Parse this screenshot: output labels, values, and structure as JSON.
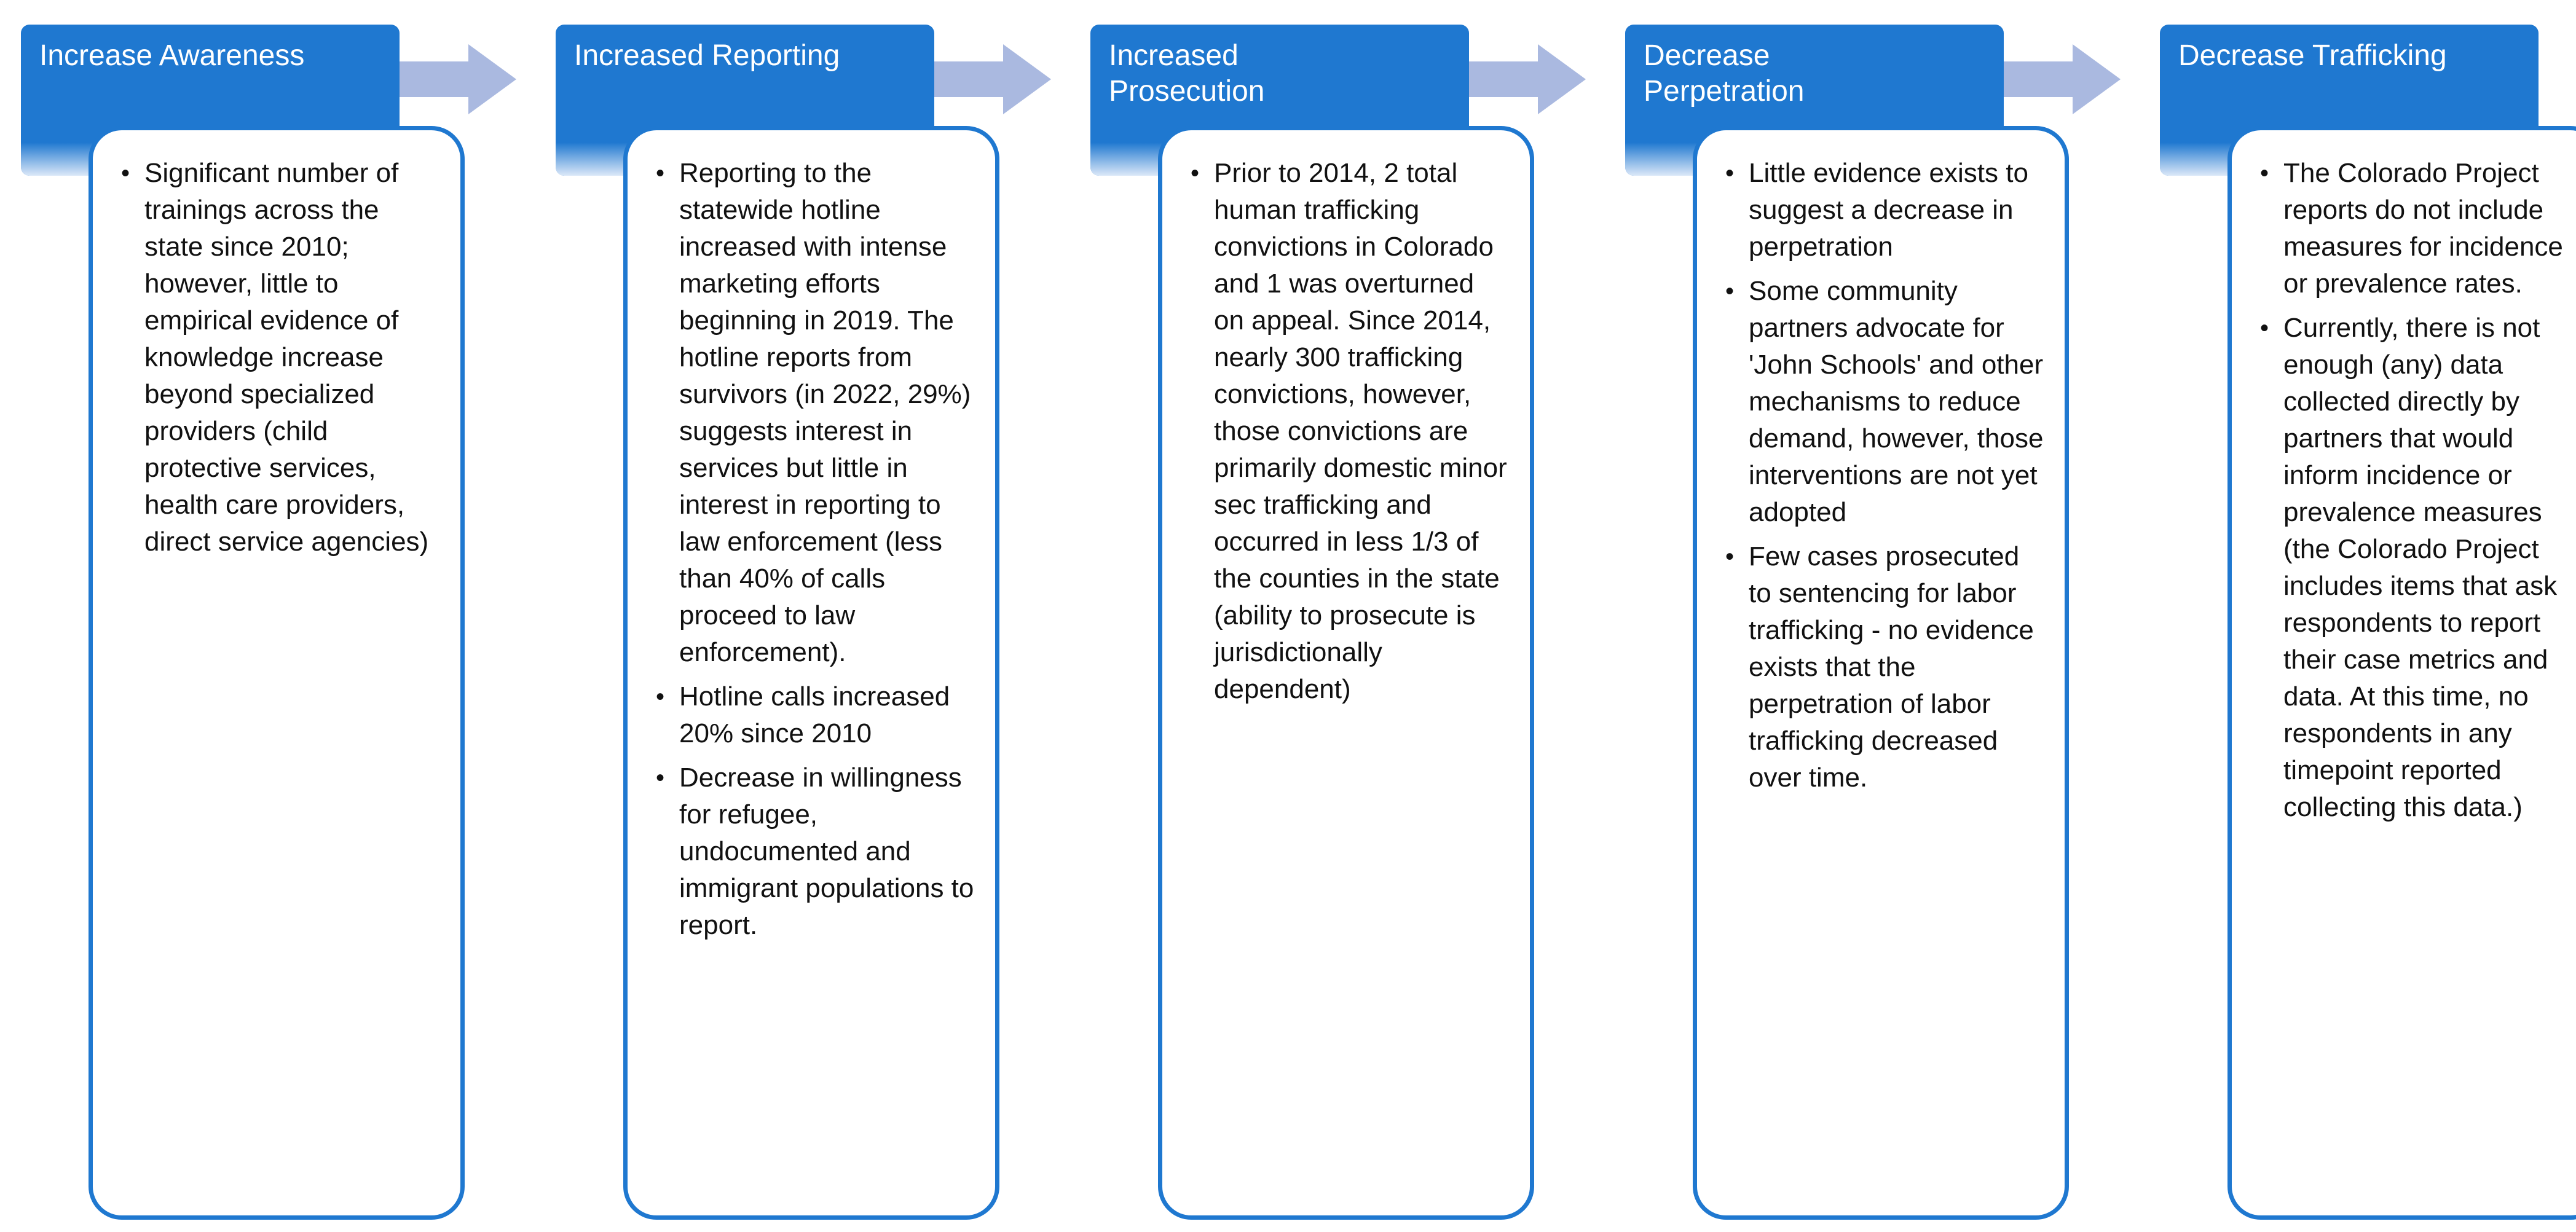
{
  "colors": {
    "header_fill": "#1f78d0",
    "card_border": "#1f78d0",
    "arrow_fill": "#aab9e0",
    "text": "#111111"
  },
  "stages": [
    {
      "title": "Increase Awareness",
      "bullets": [
        "Significant number of trainings across the state since 2010; however, little to empirical evidence of knowledge increase beyond specialized providers (child protective services, health care providers, direct service agencies)"
      ]
    },
    {
      "title": "Increased Reporting",
      "bullets": [
        "Reporting to the statewide hotline increased with intense marketing efforts beginning in 2019. The hotline reports from survivors (in 2022, 29%) suggests interest in services but little in interest in reporting to law enforcement (less than 40% of calls proceed to law enforcement).",
        "Hotline calls increased 20% since 2010",
        "Decrease in willingness for refugee, undocumented and immigrant populations to report."
      ]
    },
    {
      "title": "Increased\nProsecution",
      "bullets": [
        "Prior to 2014, 2 total human trafficking convictions in Colorado and 1 was overturned on appeal. Since 2014, nearly 300 trafficking convictions, however, those convictions are primarily domestic minor sec trafficking and occurred in less 1/3 of the counties in the state (ability to prosecute is jurisdictionally dependent)"
      ]
    },
    {
      "title": "Decrease\nPerpetration",
      "bullets": [
        "Little evidence exists to suggest a decrease in perpetration",
        "Some community partners advocate for 'John Schools' and other mechanisms to reduce demand, however, those interventions are not yet adopted",
        "Few cases prosecuted to sentencing for labor trafficking - no evidence exists that the perpetration of labor trafficking decreased over time."
      ]
    },
    {
      "title": "Decrease Trafficking",
      "bullets": [
        "The Colorado Project reports do not include measures for incidence or prevalence rates.",
        "Currently, there is not enough (any) data collected directly by partners that would inform incidence or prevalence measures (the Colorado Project includes items that ask respondents to report their case metrics and data. At this time, no respondents in any timepoint reported collecting this data.)"
      ]
    }
  ]
}
